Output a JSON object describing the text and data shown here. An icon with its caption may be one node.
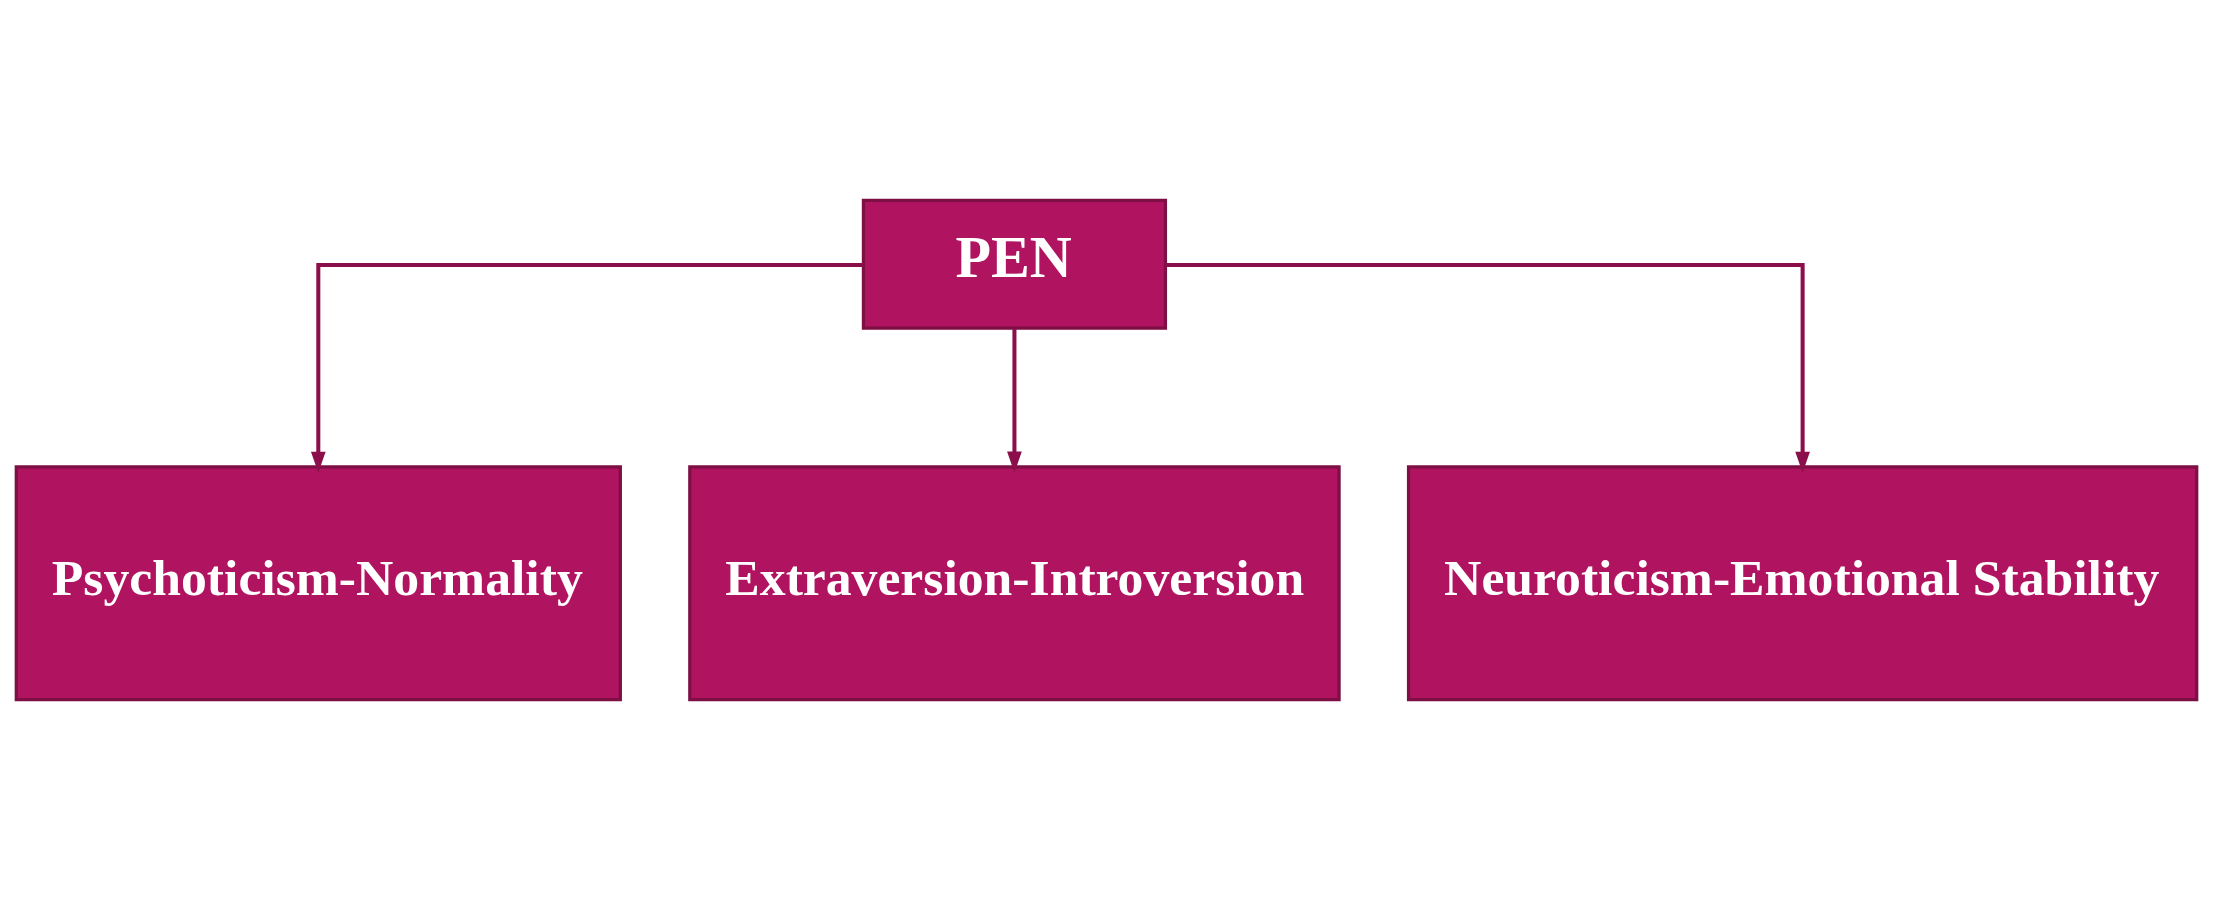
{
  "diagram": {
    "nodes": [
      {
        "text": [
          "PEN"
        ]
      },
      {
        "text": [
          "Psychoticism-Normality"
        ]
      },
      {
        "text": [
          "Extraversion-Introversion"
        ]
      },
      {
        "text": [
          "Neuroticism-Emotional Stability"
        ]
      }
    ],
    "edges": [
      {
        "from": 0,
        "to": 1,
        "arrow": "to"
      },
      {
        "from": 0,
        "to": 2,
        "arrow": "to"
      },
      {
        "from": 0,
        "to": 3,
        "arrow": "to"
      }
    ]
  }
}
